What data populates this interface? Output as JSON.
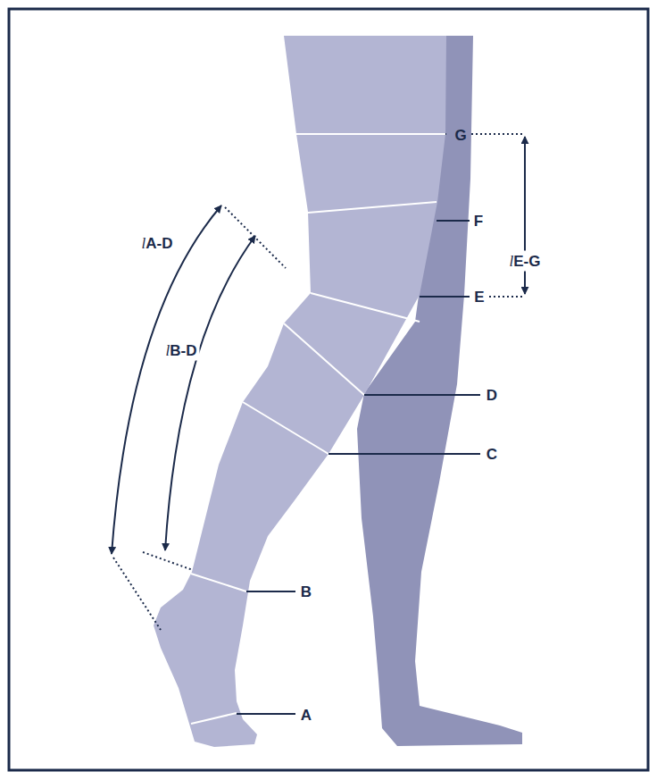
{
  "diagram": {
    "labels": [
      "G",
      "F",
      "lE-G",
      "E",
      "D",
      "C",
      "lA-D",
      "lB-D",
      "B",
      "A"
    ]
  }
}
